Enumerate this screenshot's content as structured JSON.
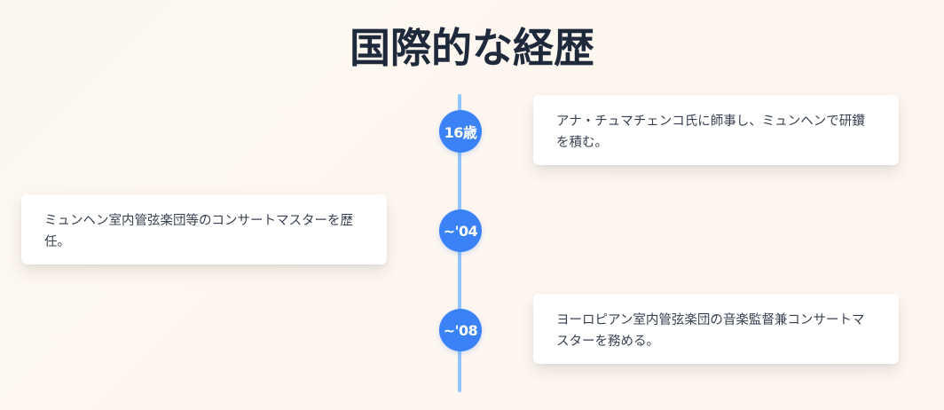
{
  "page": {
    "title": "国際的な経歴"
  },
  "timeline": {
    "entries": [
      {
        "marker": "16歳",
        "text": "アナ・チュマチェンコ氏に師事し、ミュンヘンで研鑽を積む。"
      },
      {
        "marker": "~'04",
        "text": "ミュンヘン室内管弦楽団等のコンサートマスターを歴任。"
      },
      {
        "marker": "~'08",
        "text": "ヨーロピアン室内管弦楽団の音楽監督兼コンサートマスターを務める。"
      }
    ]
  },
  "colors": {
    "accent": "#3b82f6",
    "line": "#93c5fd",
    "title": "#1e293b"
  }
}
